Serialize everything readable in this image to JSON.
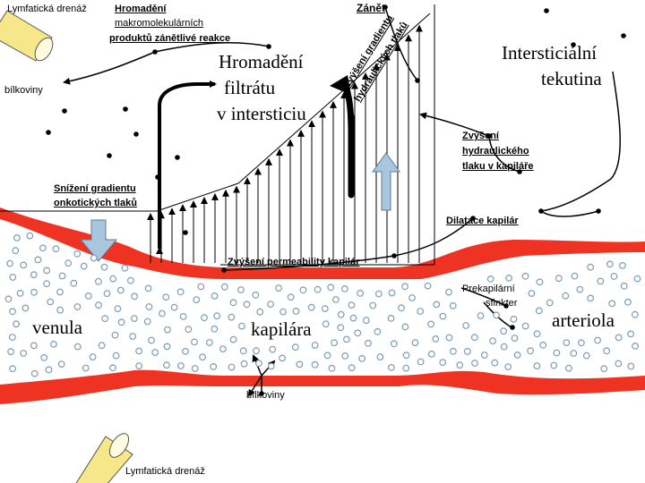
{
  "labels": {
    "lymph_top": "Lymfatická drenáž",
    "macro_1": "Hromadění",
    "macro_2": "makromolekulárních",
    "macro_3": "produktů zánětlivé reakce",
    "inflammation": "Zánět",
    "gradient_1": "Zvýšení gradientu",
    "gradient_2": "hydraulických tlaků",
    "filtrate_1": "Hromadění",
    "filtrate_2": "filtrátu",
    "filtrate_3": "v intersticiu",
    "interstitial_1": "Intersticiální",
    "interstitial_2": "tekutina",
    "proteins_left": "bílkoviny",
    "hydraulic_1": "Zvýšení",
    "hydraulic_2": "hydraulického",
    "hydraulic_3": "tlaku v kapiláře",
    "oncotic_1": "Snížení gradientu",
    "oncotic_2": "onkotických tlaků",
    "dilatation": "Dilatace kapilár",
    "permeability": "Zvýšení permeability kapilár",
    "sphincter_1": "Prekapilární",
    "sphincter_2": "sfinkter",
    "venule": "venula",
    "capillary": "kapilára",
    "arteriole": "arteriola",
    "proteins_bottom": "bílkoviny",
    "lymph_bottom": "Lymfatická drenáž"
  },
  "colors": {
    "vessel": "#ee3322",
    "lymph_vessel": "#f6e88a",
    "arrow_light": "#a8c6dd",
    "cell": "#9ab8cf",
    "ink": "#000000"
  }
}
